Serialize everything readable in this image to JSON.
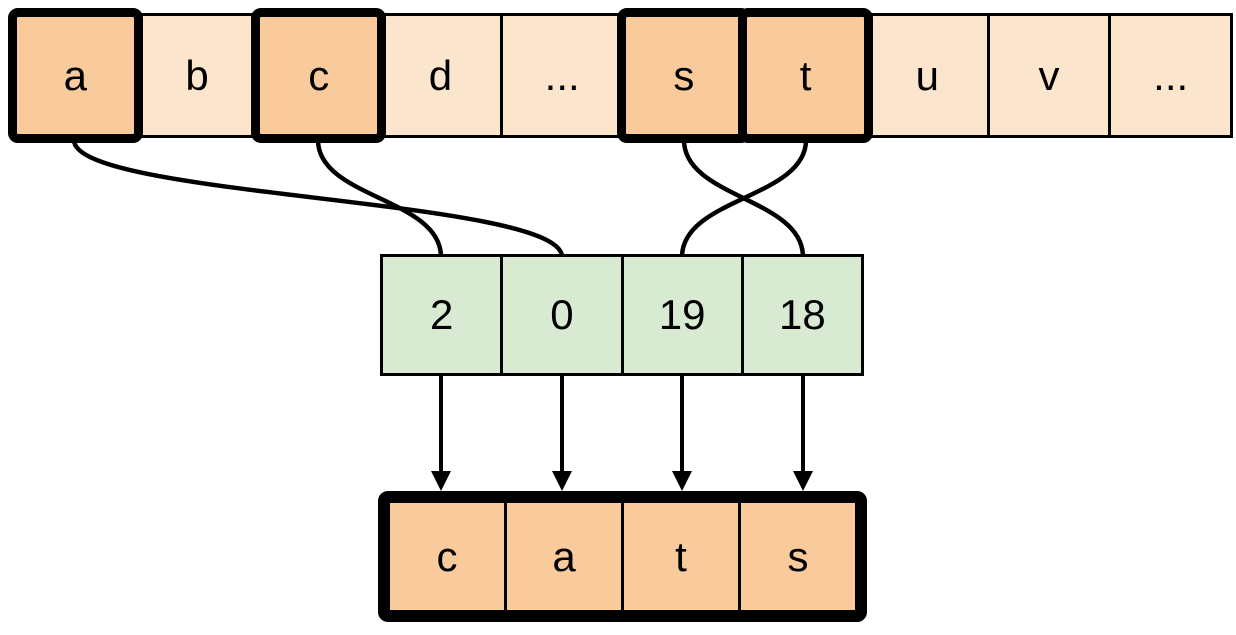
{
  "alphabet_row": {
    "cells": [
      {
        "label": "a",
        "highlighted": true
      },
      {
        "label": "b",
        "highlighted": false
      },
      {
        "label": "c",
        "highlighted": true
      },
      {
        "label": "d",
        "highlighted": false
      },
      {
        "label": "...",
        "highlighted": false
      },
      {
        "label": "s",
        "highlighted": true
      },
      {
        "label": "t",
        "highlighted": true
      },
      {
        "label": "u",
        "highlighted": false
      },
      {
        "label": "v",
        "highlighted": false
      },
      {
        "label": "...",
        "highlighted": false
      }
    ]
  },
  "index_row": {
    "cells": [
      {
        "label": "2"
      },
      {
        "label": "0"
      },
      {
        "label": "19"
      },
      {
        "label": "18"
      }
    ]
  },
  "output_row": {
    "cells": [
      {
        "label": "c"
      },
      {
        "label": "a"
      },
      {
        "label": "t"
      },
      {
        "label": "s"
      }
    ]
  },
  "connections": {
    "curved": [
      {
        "from": "a",
        "to": "0"
      },
      {
        "from": "c",
        "to": "2"
      },
      {
        "from": "s",
        "to": "18"
      },
      {
        "from": "t",
        "to": "19"
      }
    ],
    "arrows_down": [
      {
        "from": "2",
        "to": "c"
      },
      {
        "from": "0",
        "to": "a"
      },
      {
        "from": "19",
        "to": "t"
      },
      {
        "from": "18",
        "to": "s"
      }
    ]
  },
  "colors": {
    "highlight_fill": "#F9CB9C",
    "light_fill": "#FCE5CD",
    "index_fill": "#D9EAD3",
    "stroke": "#000000",
    "background": "#FFFFFF"
  }
}
